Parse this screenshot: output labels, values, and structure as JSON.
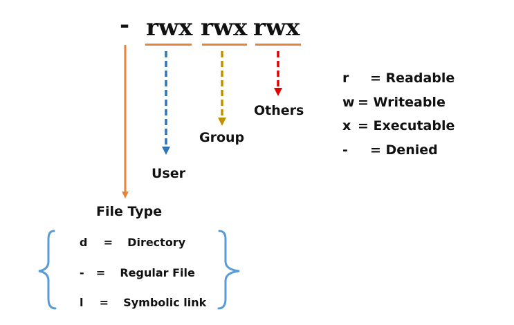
{
  "permission": {
    "type_char": "-",
    "user": "rwx",
    "group": "rwx",
    "others": "rwx"
  },
  "labels": {
    "user": "User",
    "group": "Group",
    "others": "Others",
    "file_type": "File Type"
  },
  "legend": [
    {
      "key": "r",
      "value": "= Readable"
    },
    {
      "key": "w",
      "value": "= Writeable"
    },
    {
      "key": "x",
      "value": "= Executable"
    },
    {
      "key": "-",
      "value": "= Denied"
    }
  ],
  "file_types": [
    {
      "key": "d",
      "eq": "=",
      "value": "Directory"
    },
    {
      "key": "-",
      "eq": "=",
      "value": "Regular File"
    },
    {
      "key": "l",
      "eq": "=",
      "value": "Symbolic link"
    }
  ],
  "colors": {
    "underline": "#e8833a",
    "type_arrow": "#e8833a",
    "user_arrow": "#2e75b6",
    "group_arrow": "#bf9000",
    "others_arrow": "#e00000",
    "brace": "#5b9bd5"
  }
}
